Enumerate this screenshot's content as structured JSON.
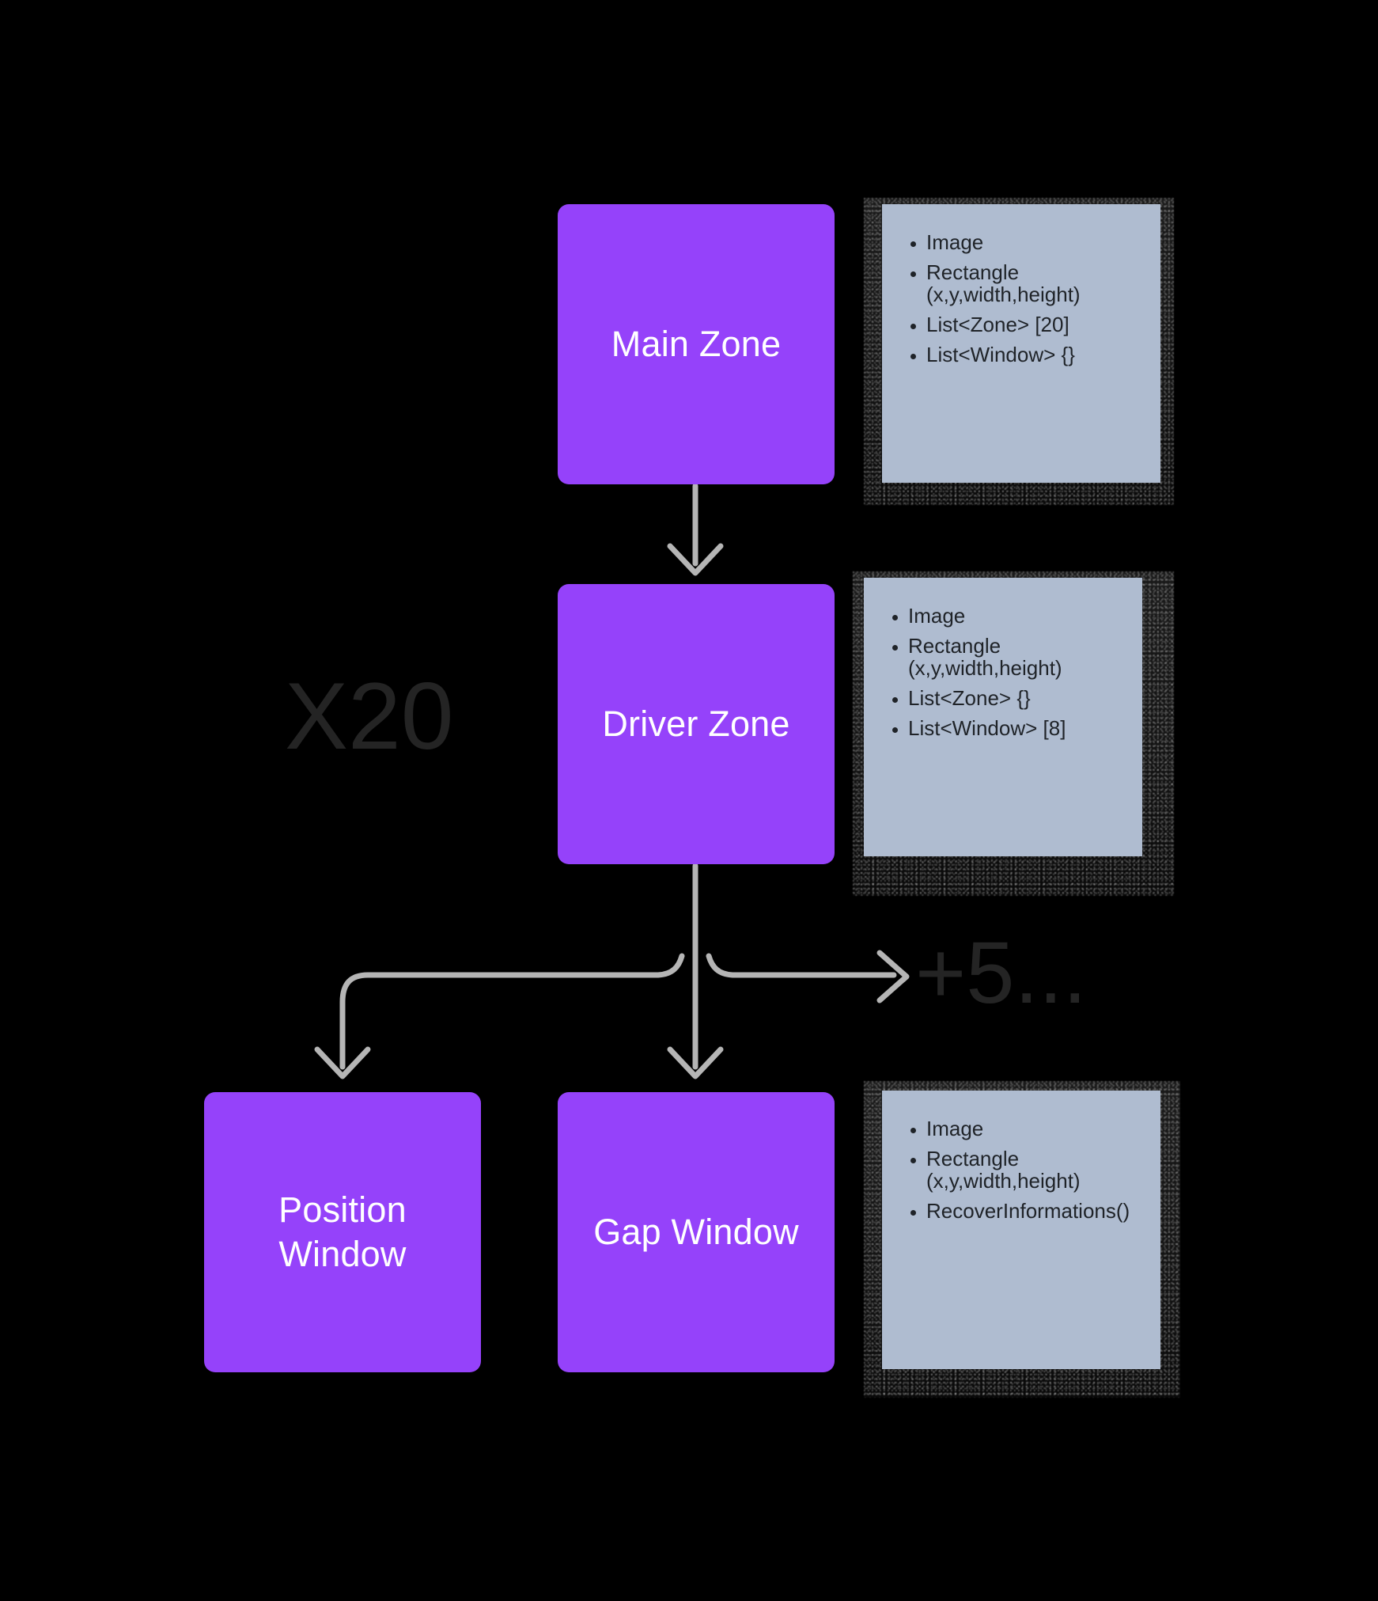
{
  "diagram": {
    "title_visible": false,
    "background_color": "#000000",
    "node_color": "#9542fa",
    "note_color": "#afbcd0",
    "connector_color": "#b5b5b5",
    "caption_color": "#242424"
  },
  "nodes": [
    {
      "id": "main-zone",
      "label": "Main Zone"
    },
    {
      "id": "driver-zone",
      "label": "Driver Zone"
    },
    {
      "id": "position-window",
      "label": "Position\nWindow"
    },
    {
      "id": "gap-window",
      "label": "Gap Window"
    }
  ],
  "notes": [
    {
      "id": "note-main-zone",
      "for": "Main Zone",
      "items": [
        "Image",
        "Rectangle\n(x,y,width,height)",
        "List<Zone> [20]",
        "List<Window> {}"
      ]
    },
    {
      "id": "note-driver-zone",
      "for": "Driver Zone",
      "items": [
        "Image",
        "Rectangle\n(x,y,width,height)",
        "List<Zone> {}",
        "List<Window> [8]"
      ]
    },
    {
      "id": "note-gap-window",
      "for": "Gap Window",
      "items": [
        "Image",
        "Rectangle\n(x,y,width,height)",
        "RecoverInformations()"
      ]
    }
  ],
  "captions": {
    "multiplier": "X20",
    "continuation": "+5..."
  },
  "connectors": [
    {
      "id": "main-to-driver",
      "from": "Main Zone",
      "to": "Driver Zone",
      "kind": "straight-down-arrow"
    },
    {
      "id": "driver-to-gap",
      "from": "Driver Zone",
      "to": "Gap Window",
      "kind": "straight-down-arrow"
    },
    {
      "id": "driver-to-position",
      "from": "Driver Zone",
      "to": "Position Window",
      "kind": "branch-left-down-arrow"
    },
    {
      "id": "driver-to-continuation",
      "from": "Driver Zone",
      "to": "+5...",
      "kind": "branch-right-arrow"
    }
  ]
}
